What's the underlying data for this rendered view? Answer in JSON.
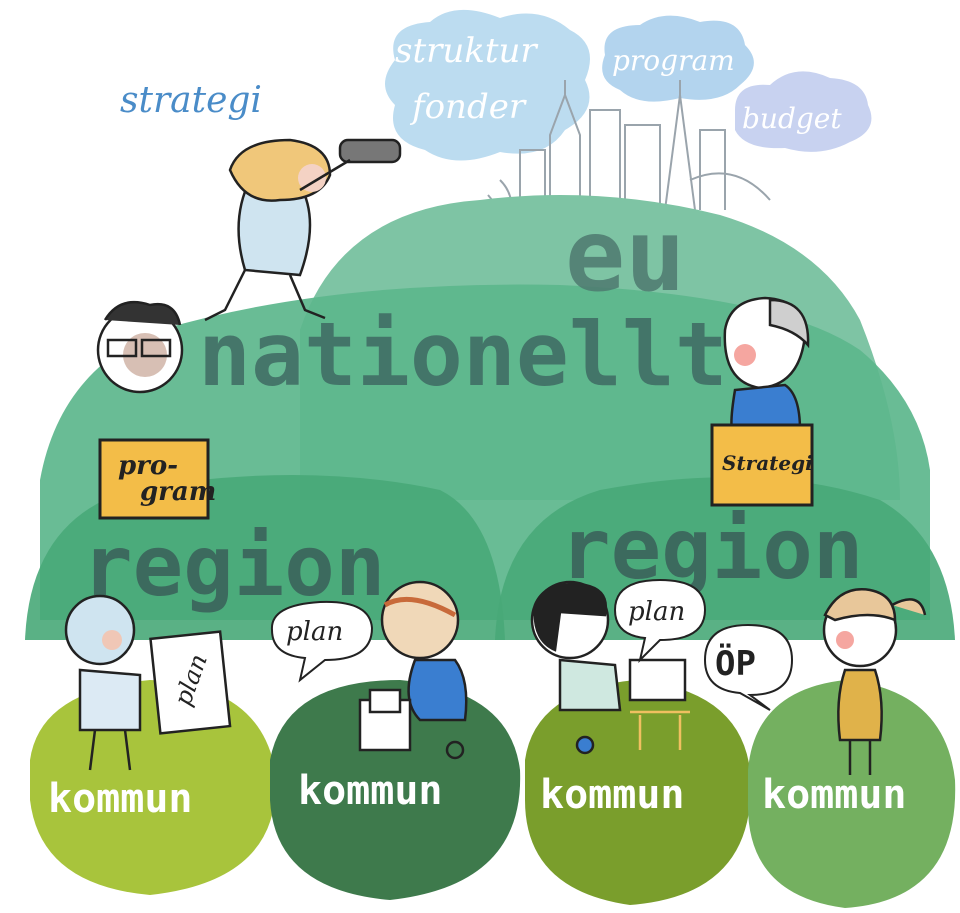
{
  "clouds": {
    "strategi": "strategi",
    "struktur": "struktur",
    "fonder": "fonder",
    "program": "program",
    "budget": "budget"
  },
  "levels": {
    "eu": "eu",
    "nationellt": "nationellt",
    "region_left": "region",
    "region_right": "region"
  },
  "signs": {
    "pro": "pro-",
    "gram": "gram",
    "strategi": "Strategi"
  },
  "speech": {
    "plan_board": "plan",
    "plan_bubble_1": "plan",
    "plan_bubble_2": "plan",
    "op": "ÖP"
  },
  "kommuner": [
    "kommun",
    "kommun",
    "kommun",
    "kommun"
  ],
  "colors": {
    "sky_cloud": "#b9daee",
    "cloud_text": "#4a8cc8",
    "hill_eu": "#7ec4a4",
    "hill_national": "#5cb68c",
    "hill_region": "#48a878",
    "kommun_light": "#a8c43c",
    "kommun_dark": "#3e7a4c",
    "level_text": "#3f6a63",
    "sign": "#f3bd48"
  }
}
